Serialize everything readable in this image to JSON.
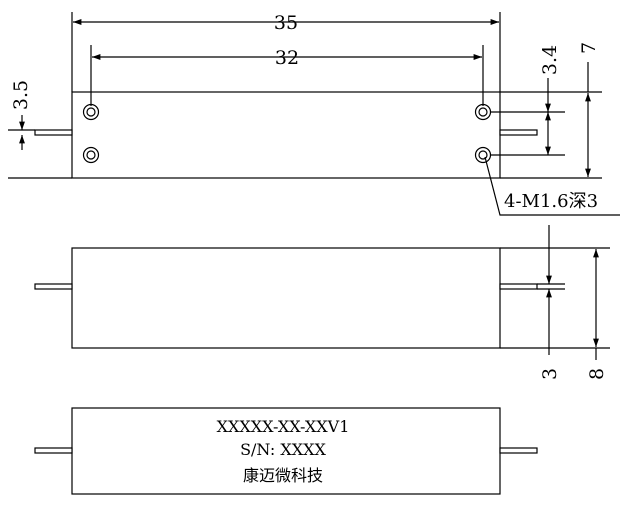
{
  "dimensions": {
    "overall_length": "35",
    "hole_spacing": "32",
    "fiber_offset_top": "3.5",
    "hole_pitch": "3.4",
    "top_height": "7",
    "fiber_offset_side": "3",
    "side_height": "8"
  },
  "callout": {
    "holes": "4-M1.6深3"
  },
  "product_label": {
    "model": "XXXXX-XX-XXV1",
    "serial": "S/N: XXXX",
    "company": "康迈微科技"
  },
  "colors": {
    "line": "#000000",
    "background": "#ffffff"
  }
}
